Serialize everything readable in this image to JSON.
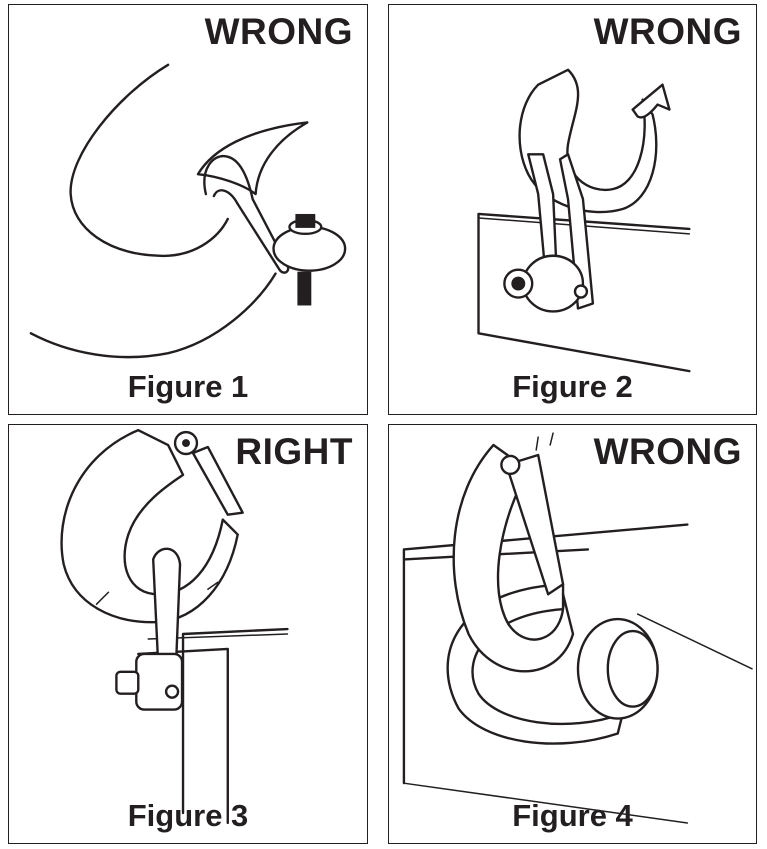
{
  "figures": [
    {
      "verdict": "WRONG",
      "caption": "Figure 1"
    },
    {
      "verdict": "WRONG",
      "caption": "Figure 2"
    },
    {
      "verdict": "RIGHT",
      "caption": "Figure 3"
    },
    {
      "verdict": "WRONG",
      "caption": "Figure 4"
    }
  ],
  "colors": {
    "ink": "#231f20",
    "background": "#ffffff"
  }
}
